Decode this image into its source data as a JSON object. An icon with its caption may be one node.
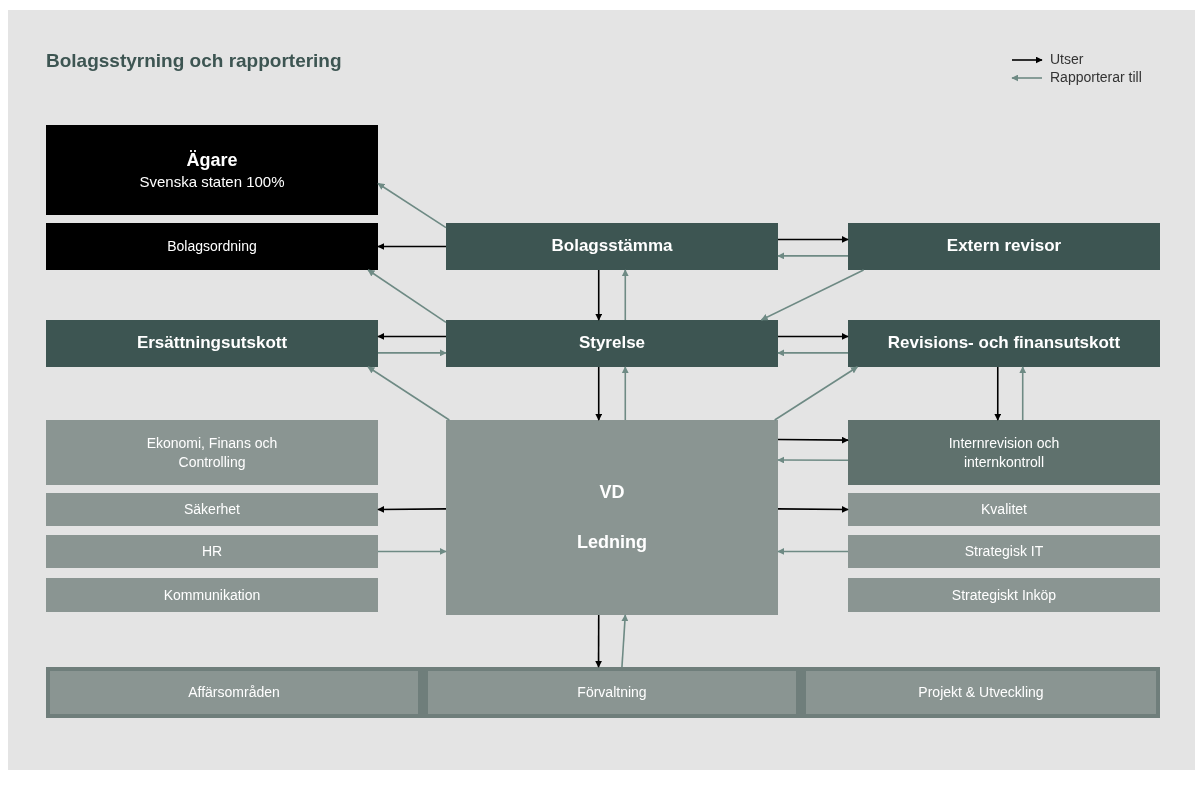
{
  "diagram": {
    "title": "Bolagsstyrning och rapportering",
    "nodes": [
      {
        "text": [
          "Ägare",
          "Svenska staten 100%"
        ]
      },
      {
        "text": [
          "Bolagsordning"
        ]
      },
      {
        "text": [
          "Bolagsstämma"
        ]
      },
      {
        "text": [
          "Extern revisor"
        ]
      },
      {
        "text": [
          "Ersättningsutskott"
        ]
      },
      {
        "text": [
          "Styrelse"
        ]
      },
      {
        "text": [
          "Revisions- och finansutskott"
        ]
      },
      {
        "text": [
          "Ekonomi, Finans och Controlling"
        ]
      },
      {
        "text": [
          "Säkerhet"
        ]
      },
      {
        "text": [
          "HR"
        ]
      },
      {
        "text": [
          "Kommunikation"
        ]
      },
      {
        "text": [
          "VD",
          "Ledning"
        ]
      },
      {
        "text": [
          "Internrevision och internkontroll"
        ]
      },
      {
        "text": [
          "Kvalitet"
        ]
      },
      {
        "text": [
          "Strategisk IT"
        ]
      },
      {
        "text": [
          "Strategiskt Inköp"
        ]
      },
      {
        "text": [],
        "shape": "box"
      },
      {
        "text": [
          "Affärsområden"
        ],
        "in": 16
      },
      {
        "text": [
          "Förvaltning"
        ],
        "in": 16
      },
      {
        "text": [
          "Projekt & Utveckling"
        ],
        "in": 16
      }
    ],
    "edges": [
      {
        "from": 2,
        "to": 0,
        "arrow": "to"
      },
      {
        "from": 2,
        "to": 1,
        "arrow": "to",
        "color": "#000000"
      },
      {
        "from": 2,
        "to": 3,
        "arrow": "to",
        "color": "#000000"
      },
      {
        "from": 3,
        "to": 2,
        "arrow": "to"
      },
      {
        "from": 2,
        "to": 5,
        "arrow": "to",
        "color": "#000000"
      },
      {
        "from": 5,
        "to": 2,
        "arrow": "to"
      },
      {
        "from": 5,
        "to": 1,
        "arrow": "to"
      },
      {
        "from": 3,
        "to": 5,
        "arrow": "to"
      },
      {
        "from": 5,
        "to": 4,
        "arrow": "to",
        "color": "#000000"
      },
      {
        "from": 4,
        "to": 5,
        "arrow": "to"
      },
      {
        "from": 5,
        "to": 6,
        "arrow": "to",
        "color": "#000000"
      },
      {
        "from": 6,
        "to": 5,
        "arrow": "to"
      },
      {
        "from": 11,
        "to": 4,
        "arrow": "to"
      },
      {
        "from": 11,
        "to": 6,
        "arrow": "to"
      },
      {
        "from": 5,
        "to": 11,
        "arrow": "to",
        "color": "#000000"
      },
      {
        "from": 11,
        "to": 5,
        "arrow": "to"
      },
      {
        "from": 6,
        "to": 12,
        "arrow": "to",
        "color": "#000000"
      },
      {
        "from": 12,
        "to": 6,
        "arrow": "to"
      },
      {
        "from": 11,
        "to": 12,
        "arrow": "to",
        "color": "#000000"
      },
      {
        "from": 12,
        "to": 11,
        "arrow": "to"
      },
      {
        "from": 11,
        "to": 8,
        "arrow": "to",
        "color": "#000000"
      },
      {
        "from": 9,
        "to": 11,
        "arrow": "to"
      },
      {
        "from": 11,
        "to": 13,
        "arrow": "to",
        "color": "#000000"
      },
      {
        "from": 14,
        "to": 11,
        "arrow": "to"
      },
      {
        "from": 11,
        "to": 16,
        "arrow": "to",
        "color": "#000000"
      },
      {
        "from": 16,
        "to": 11,
        "arrow": "to"
      }
    ],
    "legend": [
      {
        "text": "Utser"
      },
      {
        "text": "Rapporterar till"
      }
    ]
  }
}
